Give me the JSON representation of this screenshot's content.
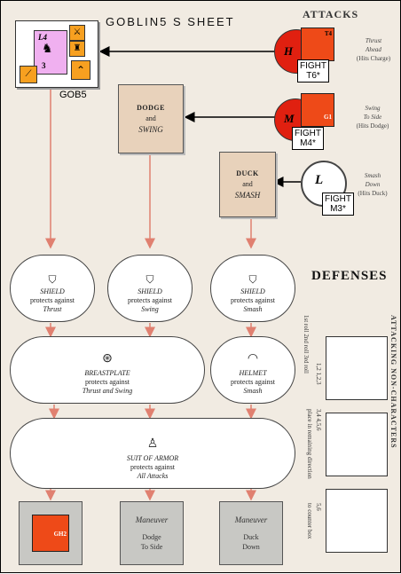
{
  "header": {
    "title": "GOBLIN5 S  SHEET",
    "attacks": "ATTACKS",
    "defenses": "DEFENSES"
  },
  "goblin": {
    "label": "GOB5",
    "counter_top": "L4",
    "counter_bottom": "3"
  },
  "maneuvers": [
    {
      "top": "DODGE",
      "mid": "and",
      "bottom": "SWING"
    },
    {
      "top": "DUCK",
      "mid": "and",
      "bottom": "SMASH"
    }
  ],
  "attacks": [
    {
      "letter": "H",
      "counter": "T4",
      "name": "Thrust",
      "dir": "Ahead",
      "hits": "(Hits Charge)",
      "fight1": "FIGHT",
      "fight2": "T6*"
    },
    {
      "letter": "M",
      "counter": "G1",
      "name": "Swing",
      "dir": "To Side",
      "hits": "(Hits Dodge)",
      "fight1": "FIGHT",
      "fight2": "M4*"
    },
    {
      "letter": "L",
      "counter": "",
      "name": "Smash",
      "dir": "Down",
      "hits": "(Hits Duck)",
      "fight1": "FIGHT",
      "fight2": "M3*"
    }
  ],
  "shields": [
    {
      "name": "SHIELD",
      "line": "protects against",
      "against": "Thrust"
    },
    {
      "name": "SHIELD",
      "line": "protects against",
      "against": "Swing"
    },
    {
      "name": "SHIELD",
      "line": "protects against",
      "against": "Smash"
    }
  ],
  "armor": {
    "breastplate": {
      "name": "BREASTPLATE",
      "line": "protects against",
      "against": "Thrust and Swing"
    },
    "helmet": {
      "name": "HELMET",
      "line": "protects against",
      "against": "Smash"
    },
    "suit": {
      "name": "SUIT OF ARMOR",
      "line": "protects against",
      "against": "All Attacks"
    }
  },
  "bottom": {
    "counter": "GH2",
    "boxes": [
      {
        "head": "Maneuver",
        "line1": "Dodge",
        "line2": "To Side"
      },
      {
        "head": "Maneuver",
        "line1": "Duck",
        "line2": "Down"
      }
    ]
  },
  "noncharacters": {
    "heading": "ATTACKING NON-CHARACTERS",
    "rolls": "1st roll 2nd roll 3rd roll",
    "r1": "1,2 1,2,3",
    "r2": "3,4 4,5,6",
    "r3": "5,6",
    "place": "place in remaining direction",
    "bottom": "to counter box"
  }
}
